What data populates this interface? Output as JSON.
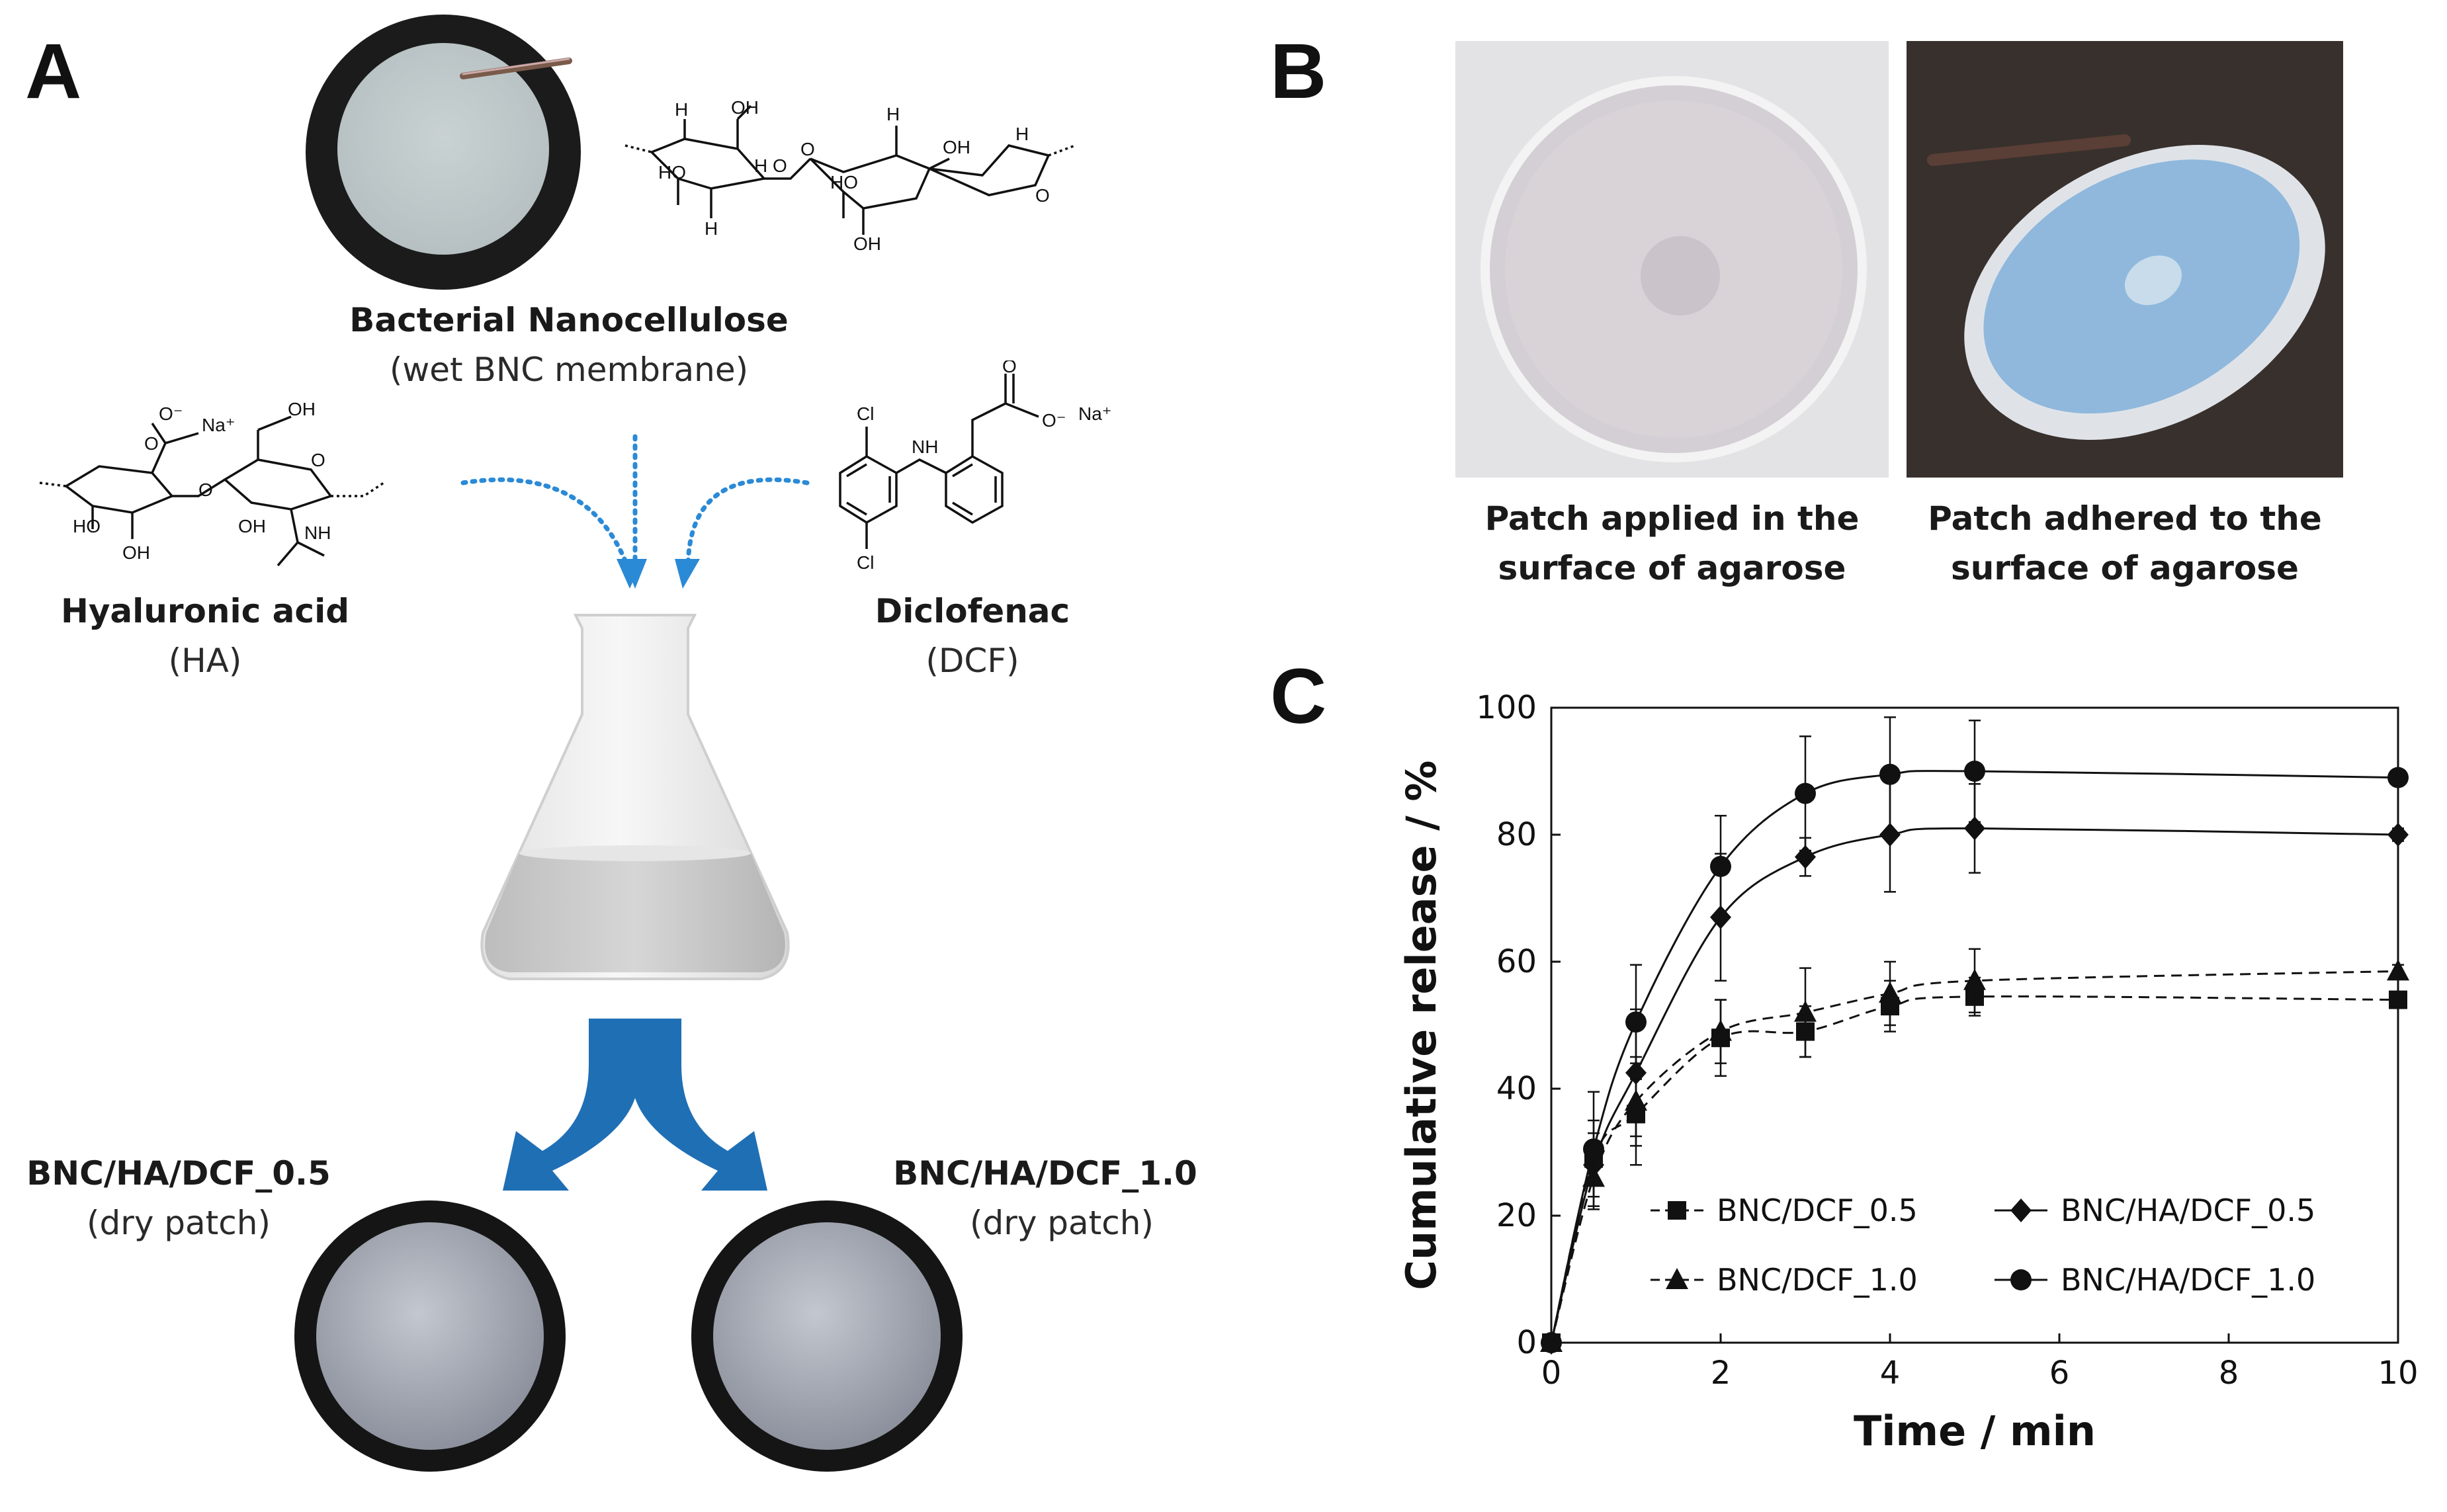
{
  "panel_A": {
    "letter": "A",
    "bnc_title": "Bacterial Nanocellulose",
    "bnc_subtitle": "(wet BNC membrane)",
    "ha_title": "Hyaluronic acid",
    "ha_subtitle": "(HA)",
    "dcf_title": "Diclofenac",
    "dcf_subtitle": "(DCF)",
    "patch_left_title": "BNC/HA/DCF_0.5",
    "patch_left_subtitle": "(dry patch)",
    "patch_right_title": "BNC/HA/DCF_1.0",
    "patch_right_subtitle": "(dry patch)",
    "chem_labels": {
      "oh": "OH",
      "ho": "HO",
      "h": "H",
      "o": "O",
      "h_o": "H O",
      "na_plus": "Na⁺",
      "o_minus": "O⁻",
      "nh": "NH",
      "cl": "Cl",
      "n_h": "H\nN"
    },
    "colors": {
      "arrow_blue": "#1f6fb5",
      "dot_arrow": "#2b8ad6"
    }
  },
  "panel_B": {
    "letter": "B",
    "left_caption_line1": "Patch applied in the",
    "left_caption_line2": "surface of agarose",
    "right_caption_line1": "Patch adhered to the",
    "right_caption_line2": "surface of agarose"
  },
  "panel_C": {
    "letter": "C"
  },
  "chart_data": {
    "type": "line",
    "xlabel": "Time / min",
    "ylabel": "Cumulative release / %",
    "xlim": [
      0,
      10
    ],
    "ylim": [
      0,
      100
    ],
    "xticks": [
      0,
      2,
      4,
      6,
      8,
      10
    ],
    "yticks": [
      0,
      20,
      40,
      60,
      80,
      100
    ],
    "legend_position": "bottom-right",
    "grid": false,
    "series": [
      {
        "name": "BNC/DCF_0.5",
        "marker": "square",
        "dashed": true,
        "x": [
          0,
          0.5,
          1,
          2,
          3,
          4,
          5,
          10
        ],
        "y": [
          0,
          29,
          36,
          48,
          49,
          53,
          54.5,
          54
        ],
        "err": [
          0,
          6,
          8,
          6,
          4,
          4,
          3,
          1
        ]
      },
      {
        "name": "BNC/DCF_1.0",
        "marker": "triangle",
        "dashed": true,
        "x": [
          0,
          0.5,
          1,
          2,
          3,
          4,
          5,
          10
        ],
        "y": [
          0,
          26,
          38,
          49,
          52,
          55,
          57,
          58.5
        ],
        "err": [
          0,
          5,
          7,
          5,
          7,
          5,
          5,
          1
        ]
      },
      {
        "name": "BNC/HA/DCF_0.5",
        "marker": "diamond",
        "dashed": false,
        "x": [
          0,
          0.5,
          1,
          2,
          3,
          4,
          5,
          10
        ],
        "y": [
          0,
          28,
          42.5,
          67,
          76.5,
          80,
          81,
          80
        ],
        "err": [
          0,
          5,
          10,
          10,
          3,
          9,
          7,
          1
        ]
      },
      {
        "name": "BNC/HA/DCF_1.0",
        "marker": "circle",
        "dashed": false,
        "x": [
          0,
          0.5,
          1,
          2,
          3,
          4,
          5,
          10
        ],
        "y": [
          0,
          30.5,
          50.5,
          75,
          86.5,
          89.5,
          90,
          89
        ],
        "err": [
          0,
          9,
          9,
          8,
          9,
          9,
          8,
          1
        ]
      }
    ]
  }
}
